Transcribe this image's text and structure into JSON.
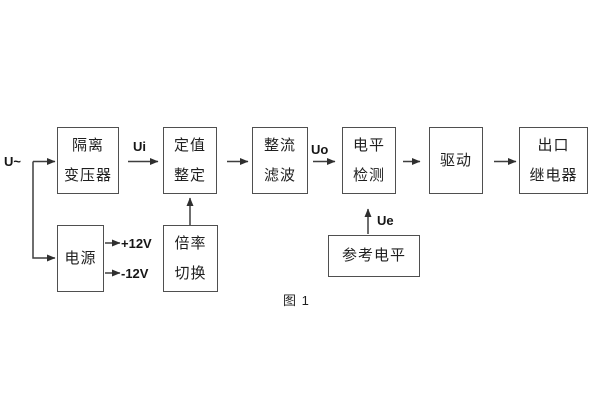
{
  "figure": {
    "caption": "图 1",
    "colors": {
      "line": "#3f3f3f",
      "border": "#4f4f4f",
      "text": "#1f1f1f",
      "background": "#ffffff"
    },
    "blocks": [
      {
        "id": "isolation-transformer",
        "lines": [
          "隔离",
          "变压器"
        ]
      },
      {
        "id": "setting-adjust",
        "lines": [
          "定值",
          "整定"
        ]
      },
      {
        "id": "rectifier-filter",
        "lines": [
          "整流",
          "滤波"
        ]
      },
      {
        "id": "level-detection",
        "lines": [
          "电平",
          "检测"
        ]
      },
      {
        "id": "drive",
        "lines": [
          "驱动"
        ]
      },
      {
        "id": "output-relay",
        "lines": [
          "出口",
          "继电器"
        ]
      },
      {
        "id": "power-supply",
        "lines": [
          "电源"
        ]
      },
      {
        "id": "ratio-switch",
        "lines": [
          "倍率",
          "切换"
        ]
      },
      {
        "id": "reference-level",
        "lines": [
          "参考电平"
        ]
      }
    ],
    "labels": {
      "input": "U~",
      "ui": "Ui",
      "uo": "Uo",
      "ue": "Ue",
      "plus12": "+12V",
      "minus12": "-12V"
    }
  }
}
